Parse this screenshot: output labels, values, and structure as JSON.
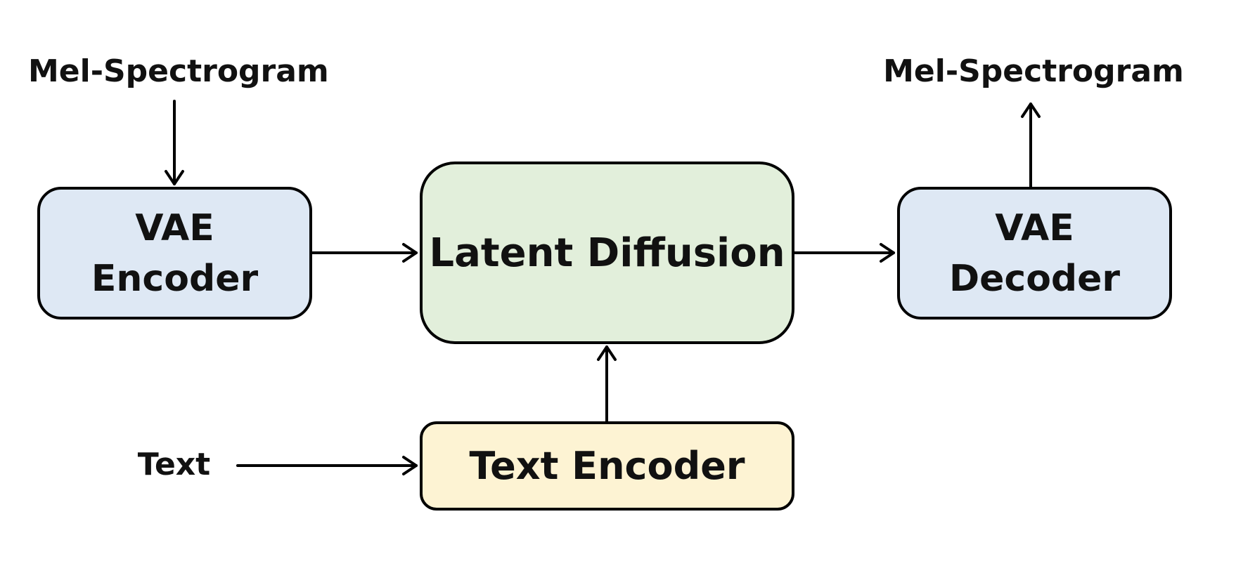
{
  "diagram": {
    "input_label": "Mel-Spectrogram",
    "output_label": "Mel-Spectrogram",
    "text_label": "Text",
    "vae_encoder": {
      "line1": "VAE",
      "line2": "Encoder"
    },
    "latent_diffusion": {
      "label": "Latent Diffusion"
    },
    "vae_decoder": {
      "line1": "VAE",
      "line2": "Decoder"
    },
    "text_encoder": {
      "label": "Text Encoder"
    }
  },
  "colors": {
    "encoder_decoder_fill": "#dee8f4",
    "diffusion_fill": "#e2efdb",
    "text_encoder_fill": "#fdf3d3",
    "stroke": "#000000"
  }
}
